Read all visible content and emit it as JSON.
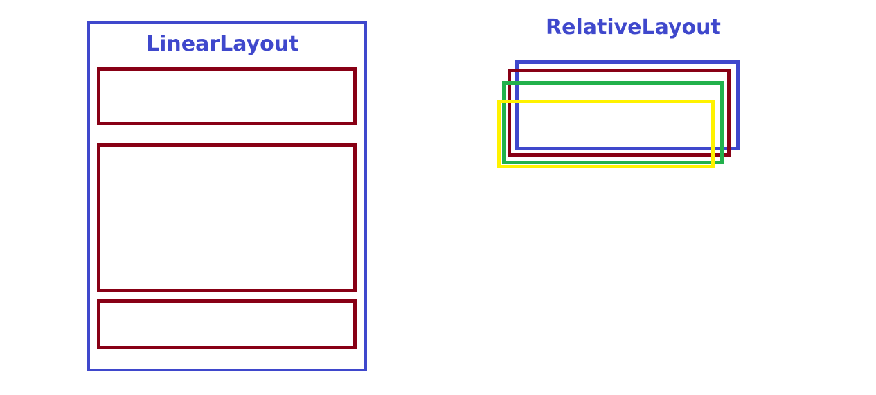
{
  "diagram": {
    "linear_layout": {
      "title": "LinearLayout",
      "container_color": "#3f48cc",
      "child_color": "#880015",
      "child_count": 3
    },
    "relative_layout": {
      "title": "RelativeLayout",
      "overlapping_box_colors": [
        "#3f48cc",
        "#880015",
        "#22b14c",
        "#fff200"
      ]
    },
    "title_color": "#3f48cc"
  }
}
